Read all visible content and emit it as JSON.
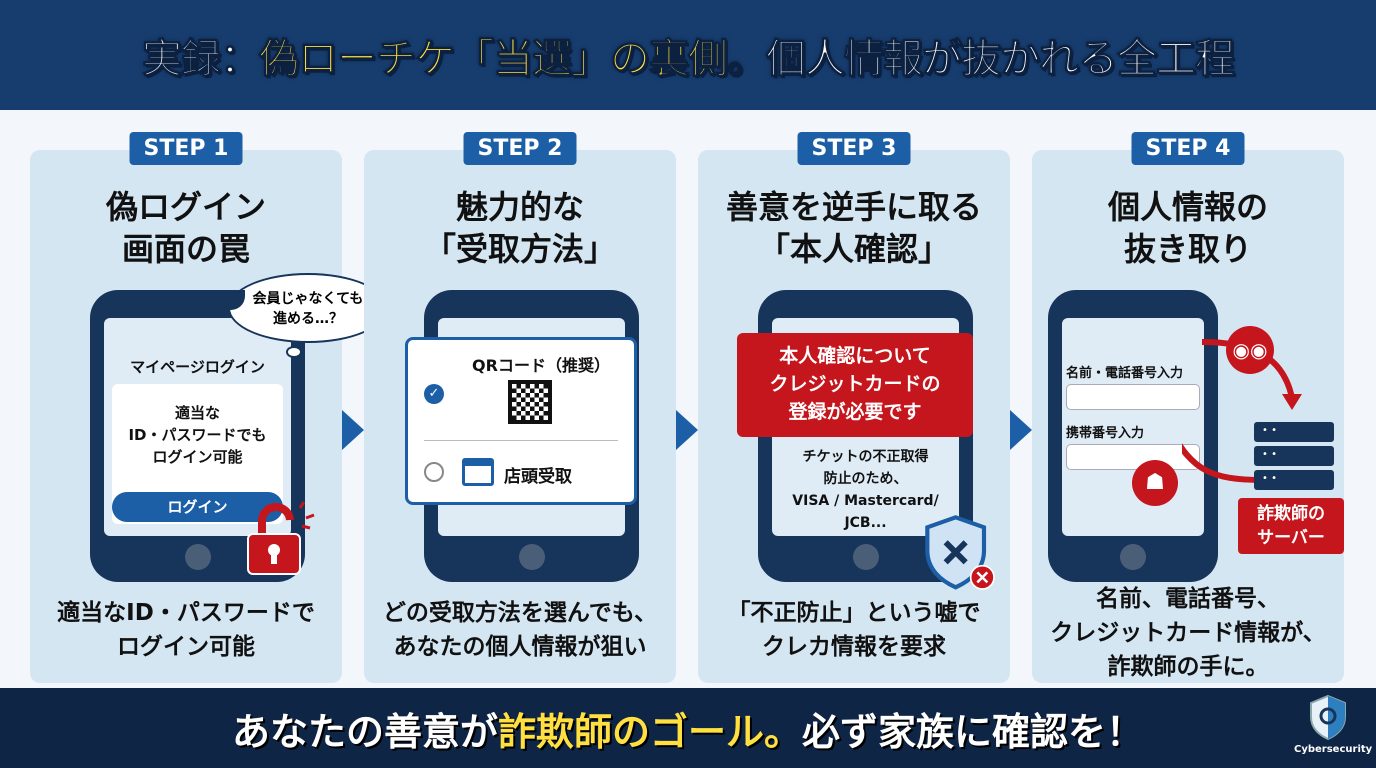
{
  "header": {
    "title_a": "実録：",
    "title_b": "偽ローチケ「当選」の裏側。",
    "title_c": "個人情報が抜かれる全工程"
  },
  "steps": [
    {
      "badge": "STEP 1",
      "title": [
        "偽ログイン",
        "画面の罠"
      ],
      "bubble": [
        "会員じゃなくても",
        "進める…？"
      ],
      "screen_title": "マイページログイン",
      "screen_text": [
        "適当な",
        "ID・パスワードでも",
        "ログイン可能"
      ],
      "button": "ログイン",
      "caption": [
        "適当なID・パスワードで",
        "ログイン可能"
      ]
    },
    {
      "badge": "STEP 2",
      "title": [
        "魅力的な",
        "「受取方法」"
      ],
      "option1": "QRコード（推奨）",
      "option2": "店頭受取",
      "caption": [
        "どの受取方法を選んでも、",
        "あなたの個人情報が狙い"
      ]
    },
    {
      "badge": "STEP 3",
      "title": [
        "善意を逆手に取る",
        "「本人確認」"
      ],
      "alert": [
        "本人確認について",
        "クレジットカードの",
        "登録が必要です"
      ],
      "screen_text": [
        "チケットの不正取得",
        "防止のため、",
        "VISA / Mastercard/",
        "JCB..."
      ],
      "caption": [
        "「不正防止」という嘘で",
        "クレカ情報を要求"
      ]
    },
    {
      "badge": "STEP 4",
      "title": [
        "個人情報の",
        "抜き取り"
      ],
      "field1": "名前・電話番号入力",
      "field2": "携帯番号入力",
      "server_label": [
        "詐欺師の",
        "サーバー"
      ],
      "caption": [
        "名前、電話番号、",
        "クレジットカード情報が、",
        "詐欺師の手に。"
      ]
    }
  ],
  "footer": {
    "a": "あなたの善意が",
    "b": "詐欺師のゴール。",
    "c": "必ず家族に確認を！",
    "logo": "Cybersecurity"
  },
  "colors": {
    "navy": "#173d6e",
    "accent": "#1c5fa6",
    "red": "#c4161c",
    "yellow": "#ffe040"
  }
}
